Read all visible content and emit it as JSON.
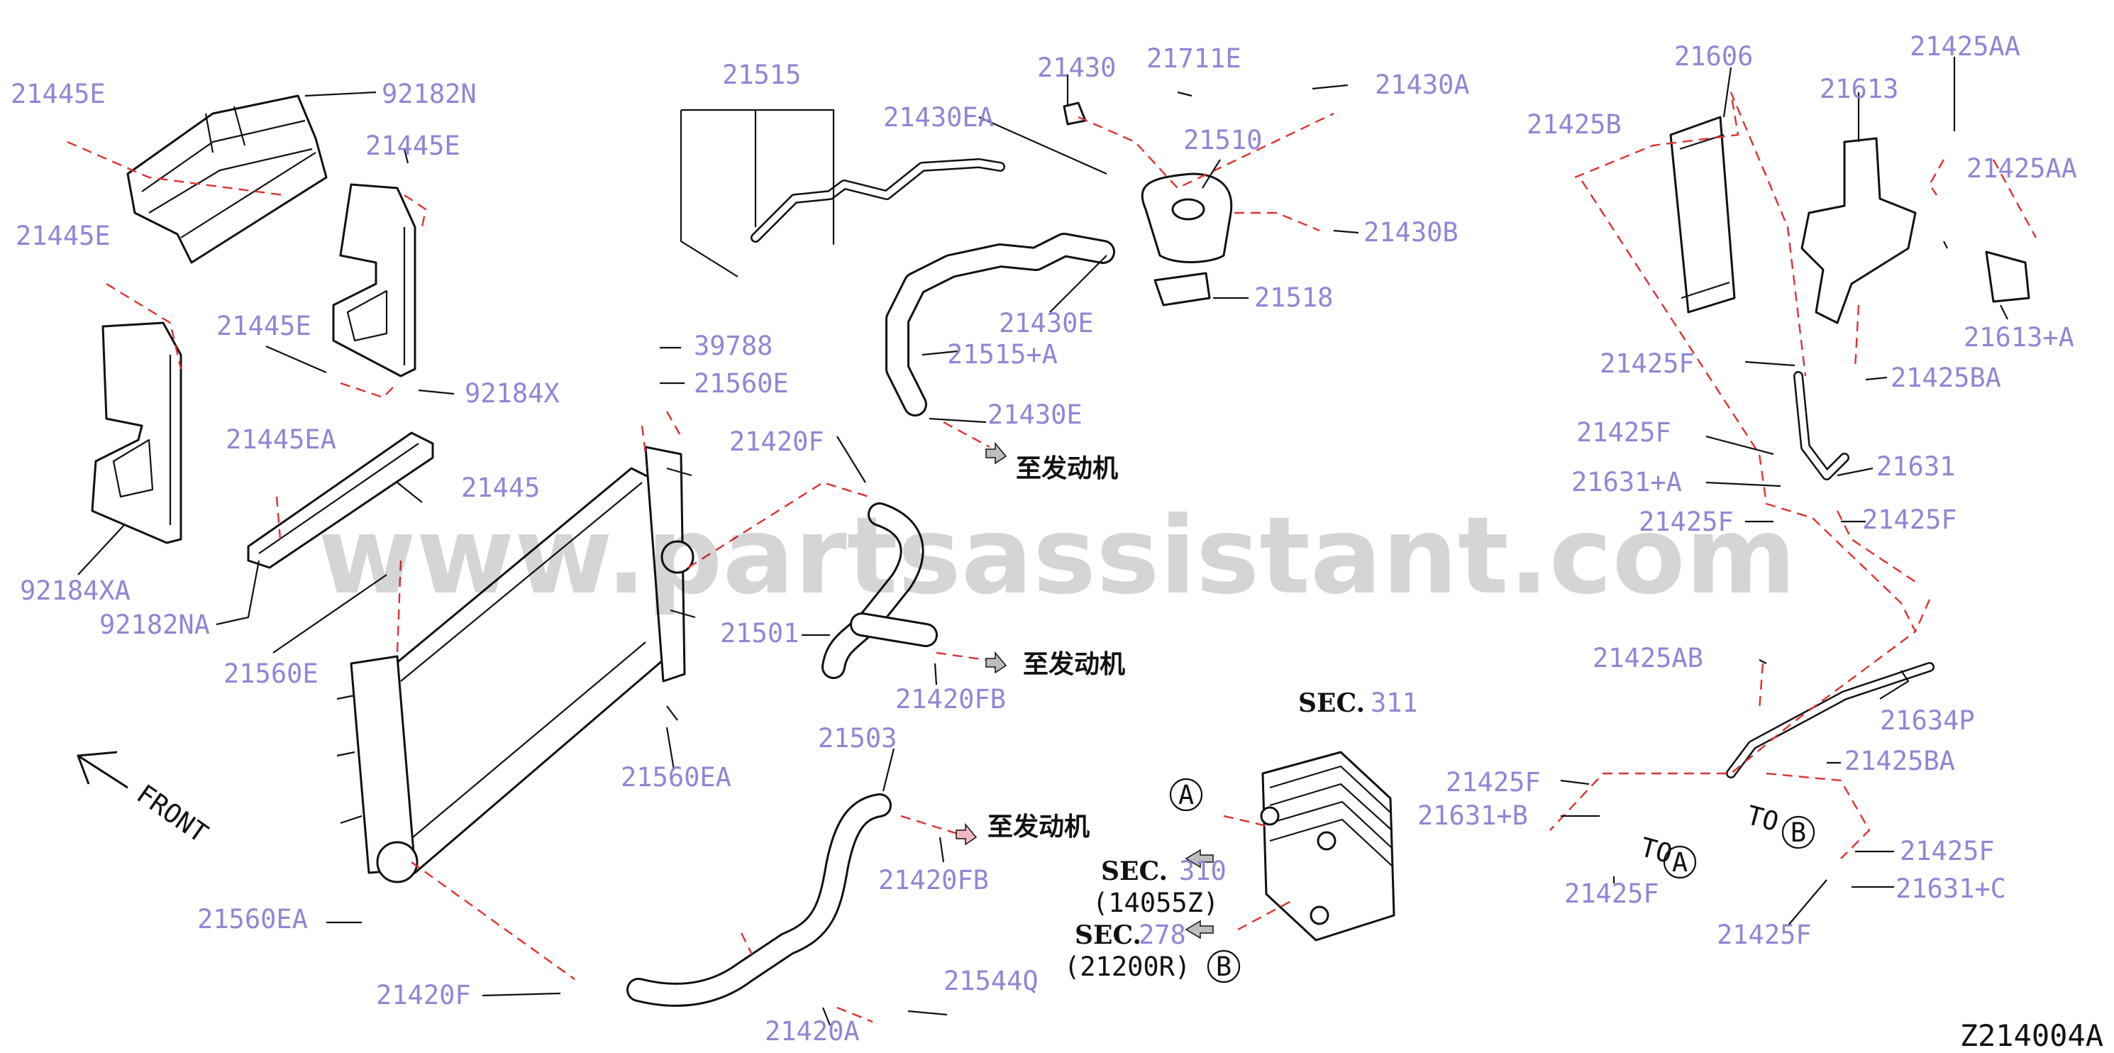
{
  "figure_code": "Z214004A",
  "watermark": "www.partsassistant.com",
  "front_label": "FRONT",
  "to_engine": "至发动机",
  "callouts": {
    "a": "A",
    "b": "B"
  },
  "to_a": "TO",
  "to_b": "TO",
  "sections": [
    {
      "prefix": "SEC.",
      "number": "311",
      "sub": ""
    },
    {
      "prefix": "SEC.",
      "number": "310",
      "sub": "(14055Z)"
    },
    {
      "prefix": "SEC.",
      "number": "278",
      "sub": "(21200R)"
    }
  ],
  "part_numbers": [
    "21445E",
    "92182N",
    "21445E",
    "21445E",
    "21445E",
    "92184X",
    "21445EA",
    "21445",
    "92184XA",
    "92182NA",
    "21560E",
    "21515",
    "21430EA",
    "21430",
    "21711E",
    "21430A",
    "21510",
    "21430B",
    "21518",
    "21430E",
    "21515+A",
    "21430E",
    "39788",
    "21560E",
    "21420F",
    "21501",
    "21420FB",
    "21560EA",
    "21503",
    "21420FB",
    "21560EA",
    "21420F",
    "21420A",
    "21544Q",
    "21606",
    "21425AA",
    "21613",
    "21425B",
    "21425AA",
    "21613+A",
    "21425F",
    "21425BA",
    "21425F",
    "21631",
    "21631+A",
    "21425F",
    "21425F",
    "21425AB",
    "21634P",
    "21425BA",
    "21425F",
    "21631+B",
    "21425F",
    "21425F",
    "21631+C",
    "21425F"
  ]
}
